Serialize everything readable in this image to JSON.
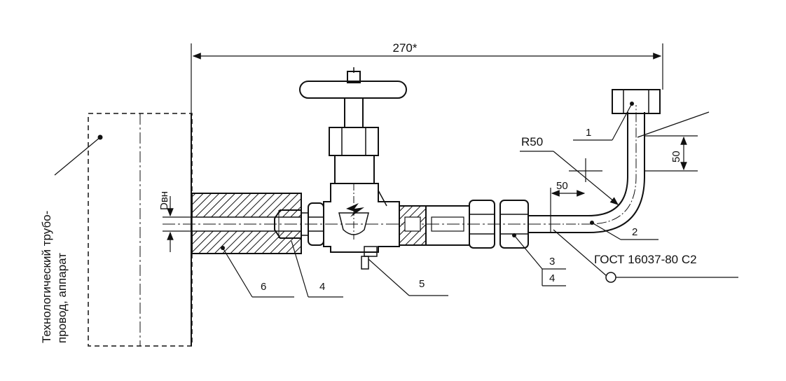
{
  "dimensions": {
    "overall_length": "270*",
    "bend_radius": "R50",
    "vertical_offset": "50",
    "horizontal_offset": "50",
    "inner_diameter": "Dвн"
  },
  "standard_note": "ГОСТ 16037-80 С2",
  "vertical_caption": {
    "line1": "Технологический трубо-",
    "line2": "провод, аппарат"
  },
  "callouts": {
    "item1": "1",
    "item2": "2",
    "item3": "3",
    "item4_right": "4",
    "item4_left": "4",
    "item5": "5",
    "item6": "6"
  }
}
